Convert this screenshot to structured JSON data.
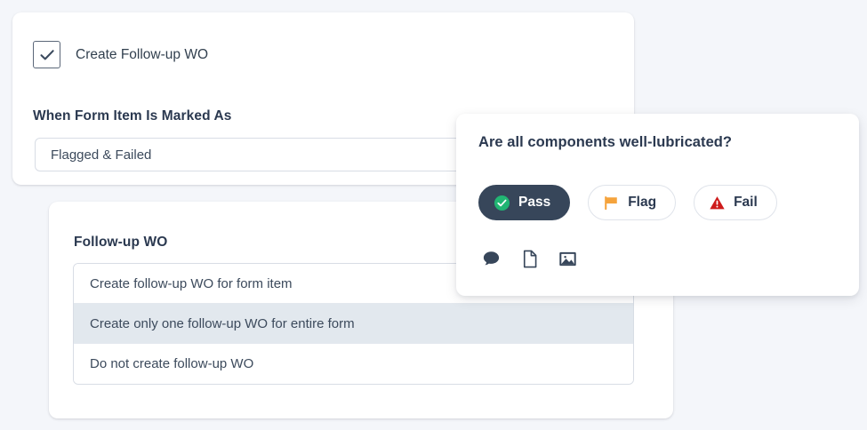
{
  "theme": {
    "page_background": "#f4f6fa",
    "card_background": "#ffffff",
    "text_primary": "#2b3950",
    "text_body": "#3c4a5c",
    "border": "#d8dde5",
    "highlight_row": "#e2e8ee",
    "pass_pill": "#37465a",
    "pass_icon_green": "#21b573",
    "flag_orange": "#f5a33c",
    "fail_red": "#ce1b1b"
  },
  "settings_card": {
    "checkbox": {
      "label": "Create Follow-up WO",
      "checked": true,
      "icon": "checkmark-icon"
    },
    "field_label": "When Form Item Is Marked As",
    "select": {
      "value": "Flagged & Failed"
    }
  },
  "followup_card": {
    "title": "Follow-up WO",
    "options": [
      {
        "label": "Create follow-up WO for form item",
        "highlighted": false
      },
      {
        "label": "Create only one follow-up WO for entire form",
        "highlighted": true
      },
      {
        "label": "Do not create follow-up WO",
        "highlighted": false
      }
    ]
  },
  "popover": {
    "title": "Are all components well-lubricated?",
    "status_buttons": [
      {
        "label": "Pass",
        "icon": "check-circle-icon",
        "selected": true
      },
      {
        "label": "Flag",
        "icon": "flag-icon",
        "selected": false
      },
      {
        "label": "Fail",
        "icon": "warning-triangle-icon",
        "selected": false
      }
    ],
    "attachments": [
      {
        "name": "comment-icon"
      },
      {
        "name": "document-icon"
      },
      {
        "name": "image-icon"
      }
    ]
  }
}
